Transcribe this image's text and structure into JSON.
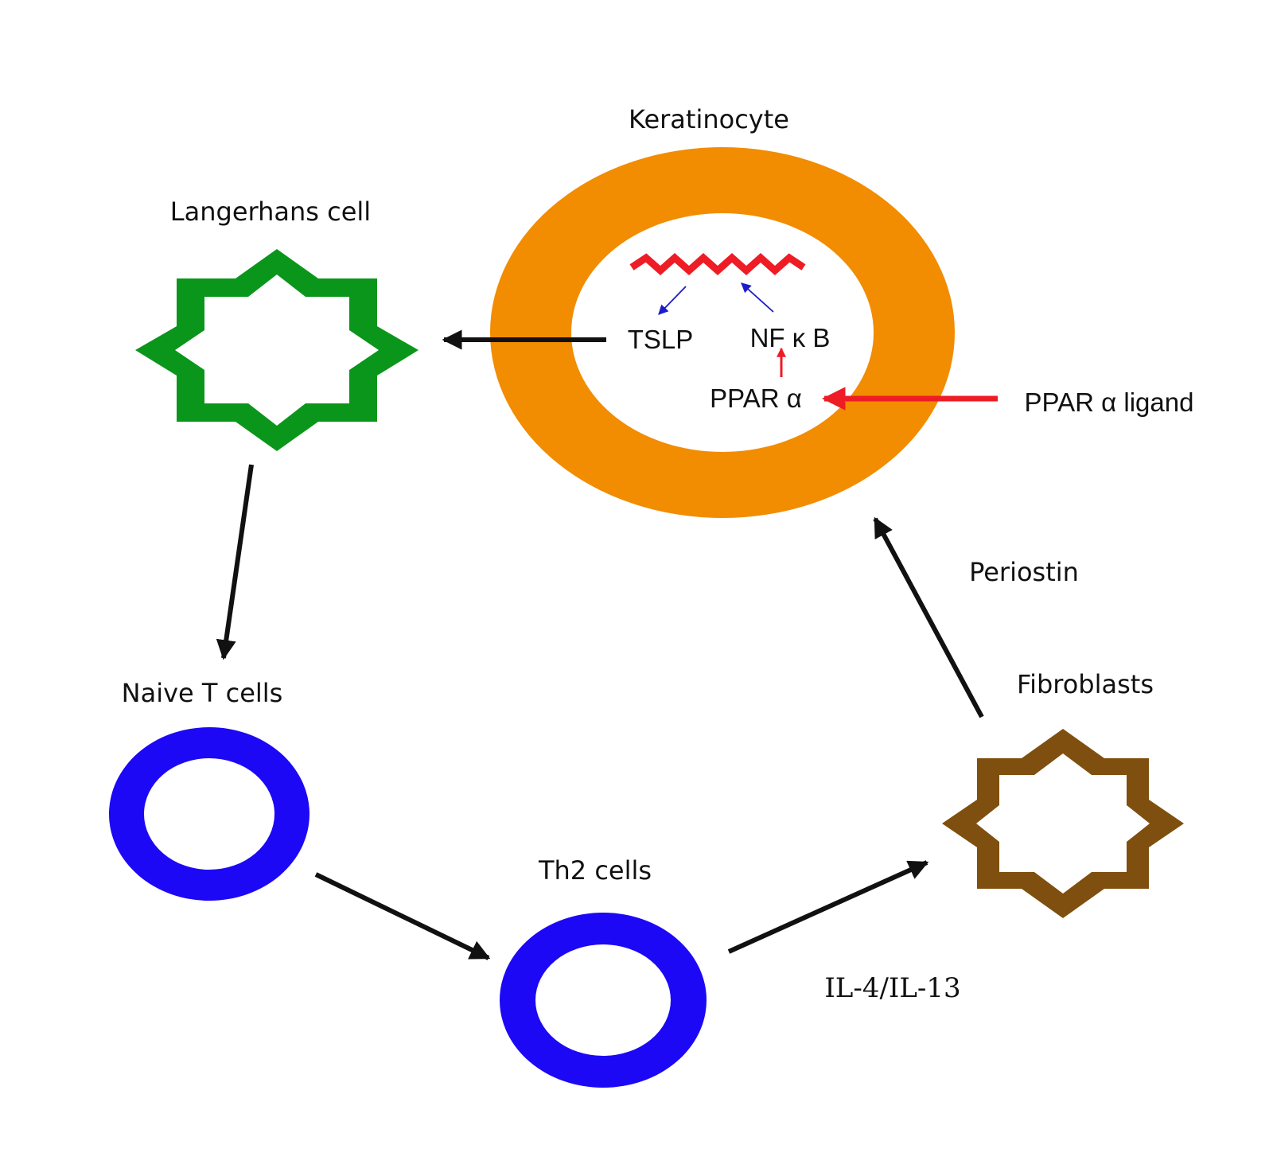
{
  "labels": {
    "keratinocyte": "Keratinocyte",
    "langerhans": "Langerhans cell",
    "naive_t": "Naive T cells",
    "th2": "Th2 cells",
    "fibroblasts": "Fibroblasts",
    "periostin": "Periostin",
    "il4_il13": "IL-4/IL-13"
  },
  "molecules": {
    "tslp": "TSLP",
    "nfkb": "NF κ B",
    "ppara": "PPAR α",
    "ppara_ligand": "PPAR α ligand"
  },
  "colors": {
    "keratinocyte": "#f28c00",
    "langerhans": "#0a961a",
    "t_cells": "#1c08f5",
    "fibroblasts": "#7f4f0f",
    "dna": "#ee1c25",
    "red_arrow": "#ee1c25",
    "blue_arrow": "#1c1ccc",
    "black_arrow": "#111111"
  },
  "icons": {
    "langerhans": "eight-point-star-outline",
    "fibroblasts": "eight-point-star-outline",
    "keratinocyte": "ring",
    "t_cells": "ring",
    "dna": "zigzag-strand"
  }
}
